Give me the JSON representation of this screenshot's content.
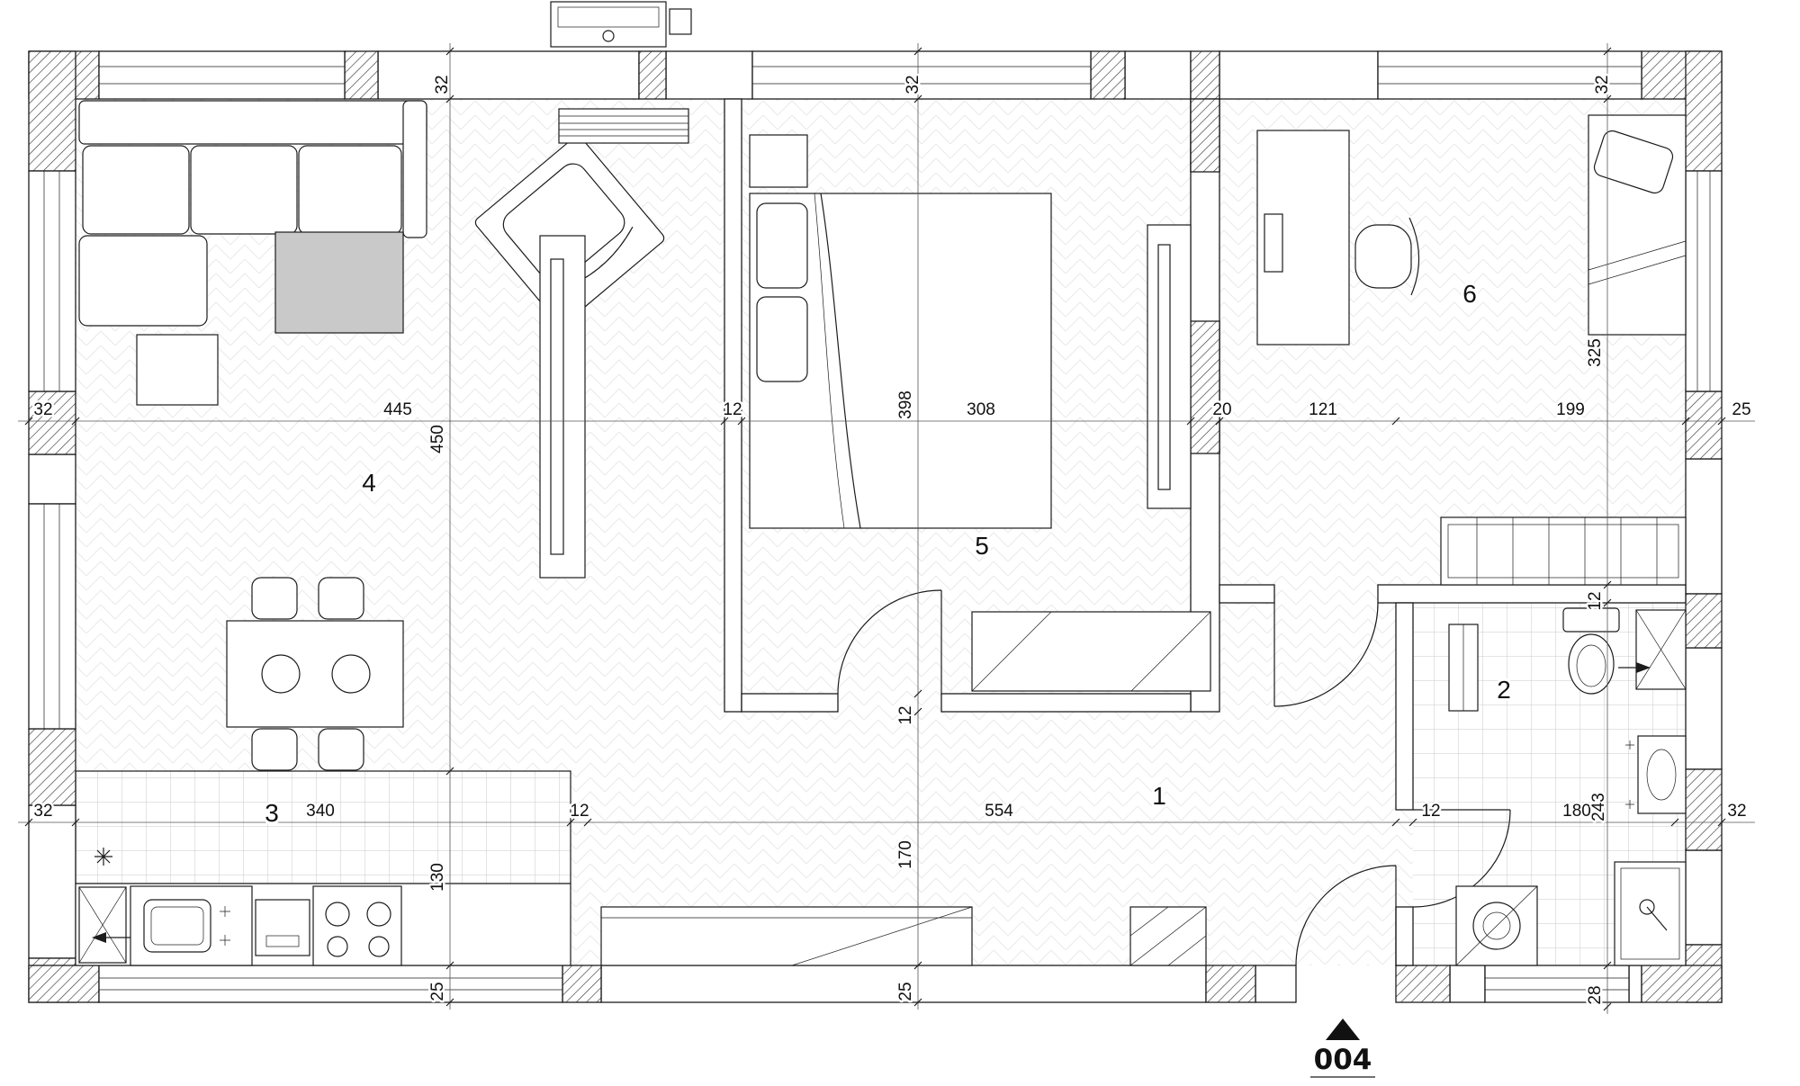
{
  "plan": {
    "unit_number": "004",
    "room_labels": {
      "hallway": "1",
      "bathroom": "2",
      "kitchen": "3",
      "living_room": "4",
      "bedroom": "5",
      "office": "6"
    },
    "dimensions": {
      "top_wall_a": "32",
      "top_wall_b": "32",
      "top_wall_c": "32",
      "left_wall_a": "32",
      "left_wall_b": "32",
      "living_width": "445",
      "living_depth": "450",
      "wall_living_bedroom": "12",
      "bedroom_depth": "398",
      "bedroom_width": "308",
      "wall_bedroom_office": "20",
      "hall_nook_width": "121",
      "office_width": "199",
      "right_wall_a": "25",
      "office_depth": "325",
      "office_wall": "12",
      "kitchen_width": "340",
      "kitchen_wall": "12",
      "kitchen_depth": "130",
      "hall_length": "554",
      "hall_wall": "12",
      "hall_depth": "170",
      "bath_wall": "12",
      "bath_width": "180",
      "bath_depth": "243",
      "right_wall_b": "32",
      "bottom_wall_a": "25",
      "bottom_wall_b": "25",
      "bottom_wall_c": "28"
    }
  }
}
